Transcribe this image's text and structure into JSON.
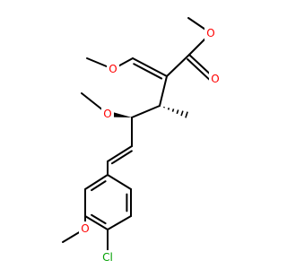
{
  "diagram": {
    "type": "chemical-structure",
    "atoms": {
      "o_carbonyl": {
        "symbol": "O"
      },
      "o_ester": {
        "symbol": "O"
      },
      "o_enol_ether": {
        "symbol": "O"
      },
      "o_methoxy_chain": {
        "symbol": "O"
      },
      "o_methoxy_ring": {
        "symbol": "O"
      },
      "cl": {
        "symbol": "Cl"
      }
    },
    "colors": {
      "bond": "#000000",
      "oxygen": "#ff0000",
      "chlorine": "#00a000",
      "carbon": "#000000"
    }
  }
}
